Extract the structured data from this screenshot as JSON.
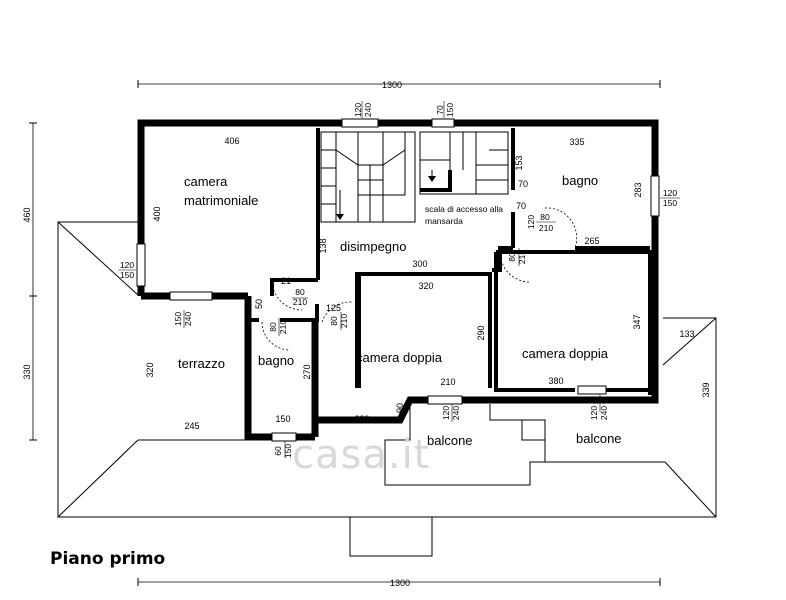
{
  "title": "Piano primo",
  "watermark": "casa.it",
  "overall": {
    "top": "1300",
    "bottom": "1300",
    "left_upper": "460",
    "left_lower": "330"
  },
  "rooms": {
    "camera_matrimoniale_1": "camera",
    "camera_matrimoniale_2": "matrimoniale",
    "disimpegno": "disimpegno",
    "bagno_ne": "bagno",
    "terrazzo": "terrazzo",
    "bagno_s": "bagno",
    "camera_doppia_c": "camera doppia",
    "camera_doppia_e": "camera doppia",
    "balcone_1": "balcone",
    "balcone_2": "balcone",
    "scala_1": "scala di accesso alla",
    "scala_2": "mansarda"
  },
  "dims": {
    "d406": "406",
    "d400": "400",
    "d335": "335",
    "d153": "153",
    "d70a": "70",
    "d70b": "70",
    "d283": "283",
    "d265": "265",
    "d138": "138",
    "d21": "21",
    "d300": "300",
    "d50": "50",
    "d125": "125",
    "d320a": "320",
    "d290": "290",
    "d347": "347",
    "d320b": "320",
    "d270": "270",
    "d245": "245",
    "d150": "150",
    "d230": "230",
    "d90": "90",
    "d210": "210",
    "d380": "380",
    "d133": "133",
    "d339": "339"
  },
  "windows": {
    "w_top1_a": "120",
    "w_top1_b": "240",
    "w_top2_a": "70",
    "w_top2_b": "150",
    "w_left_a": "120",
    "w_left_b": "150",
    "w_right_a": "120",
    "w_right_b": "150",
    "w_terr_a": "150",
    "w_terr_b": "240",
    "w_bagno_a": "60",
    "w_bagno_b": "150",
    "w_bc_a": "120",
    "w_bc_b": "240",
    "w_be_a": "120",
    "w_be_b": "240"
  },
  "doors": {
    "dr_mat_a": "80",
    "dr_mat_b": "210",
    "dr_bag_a": "80",
    "dr_bag_b": "210",
    "dr_cc_a": "80",
    "dr_cc_b": "210",
    "dr_bne_a": "120",
    "dr_bne_b": "80",
    "dr_bne_c": "210",
    "dr_ce_a": "80",
    "dr_ce_b": "210"
  }
}
